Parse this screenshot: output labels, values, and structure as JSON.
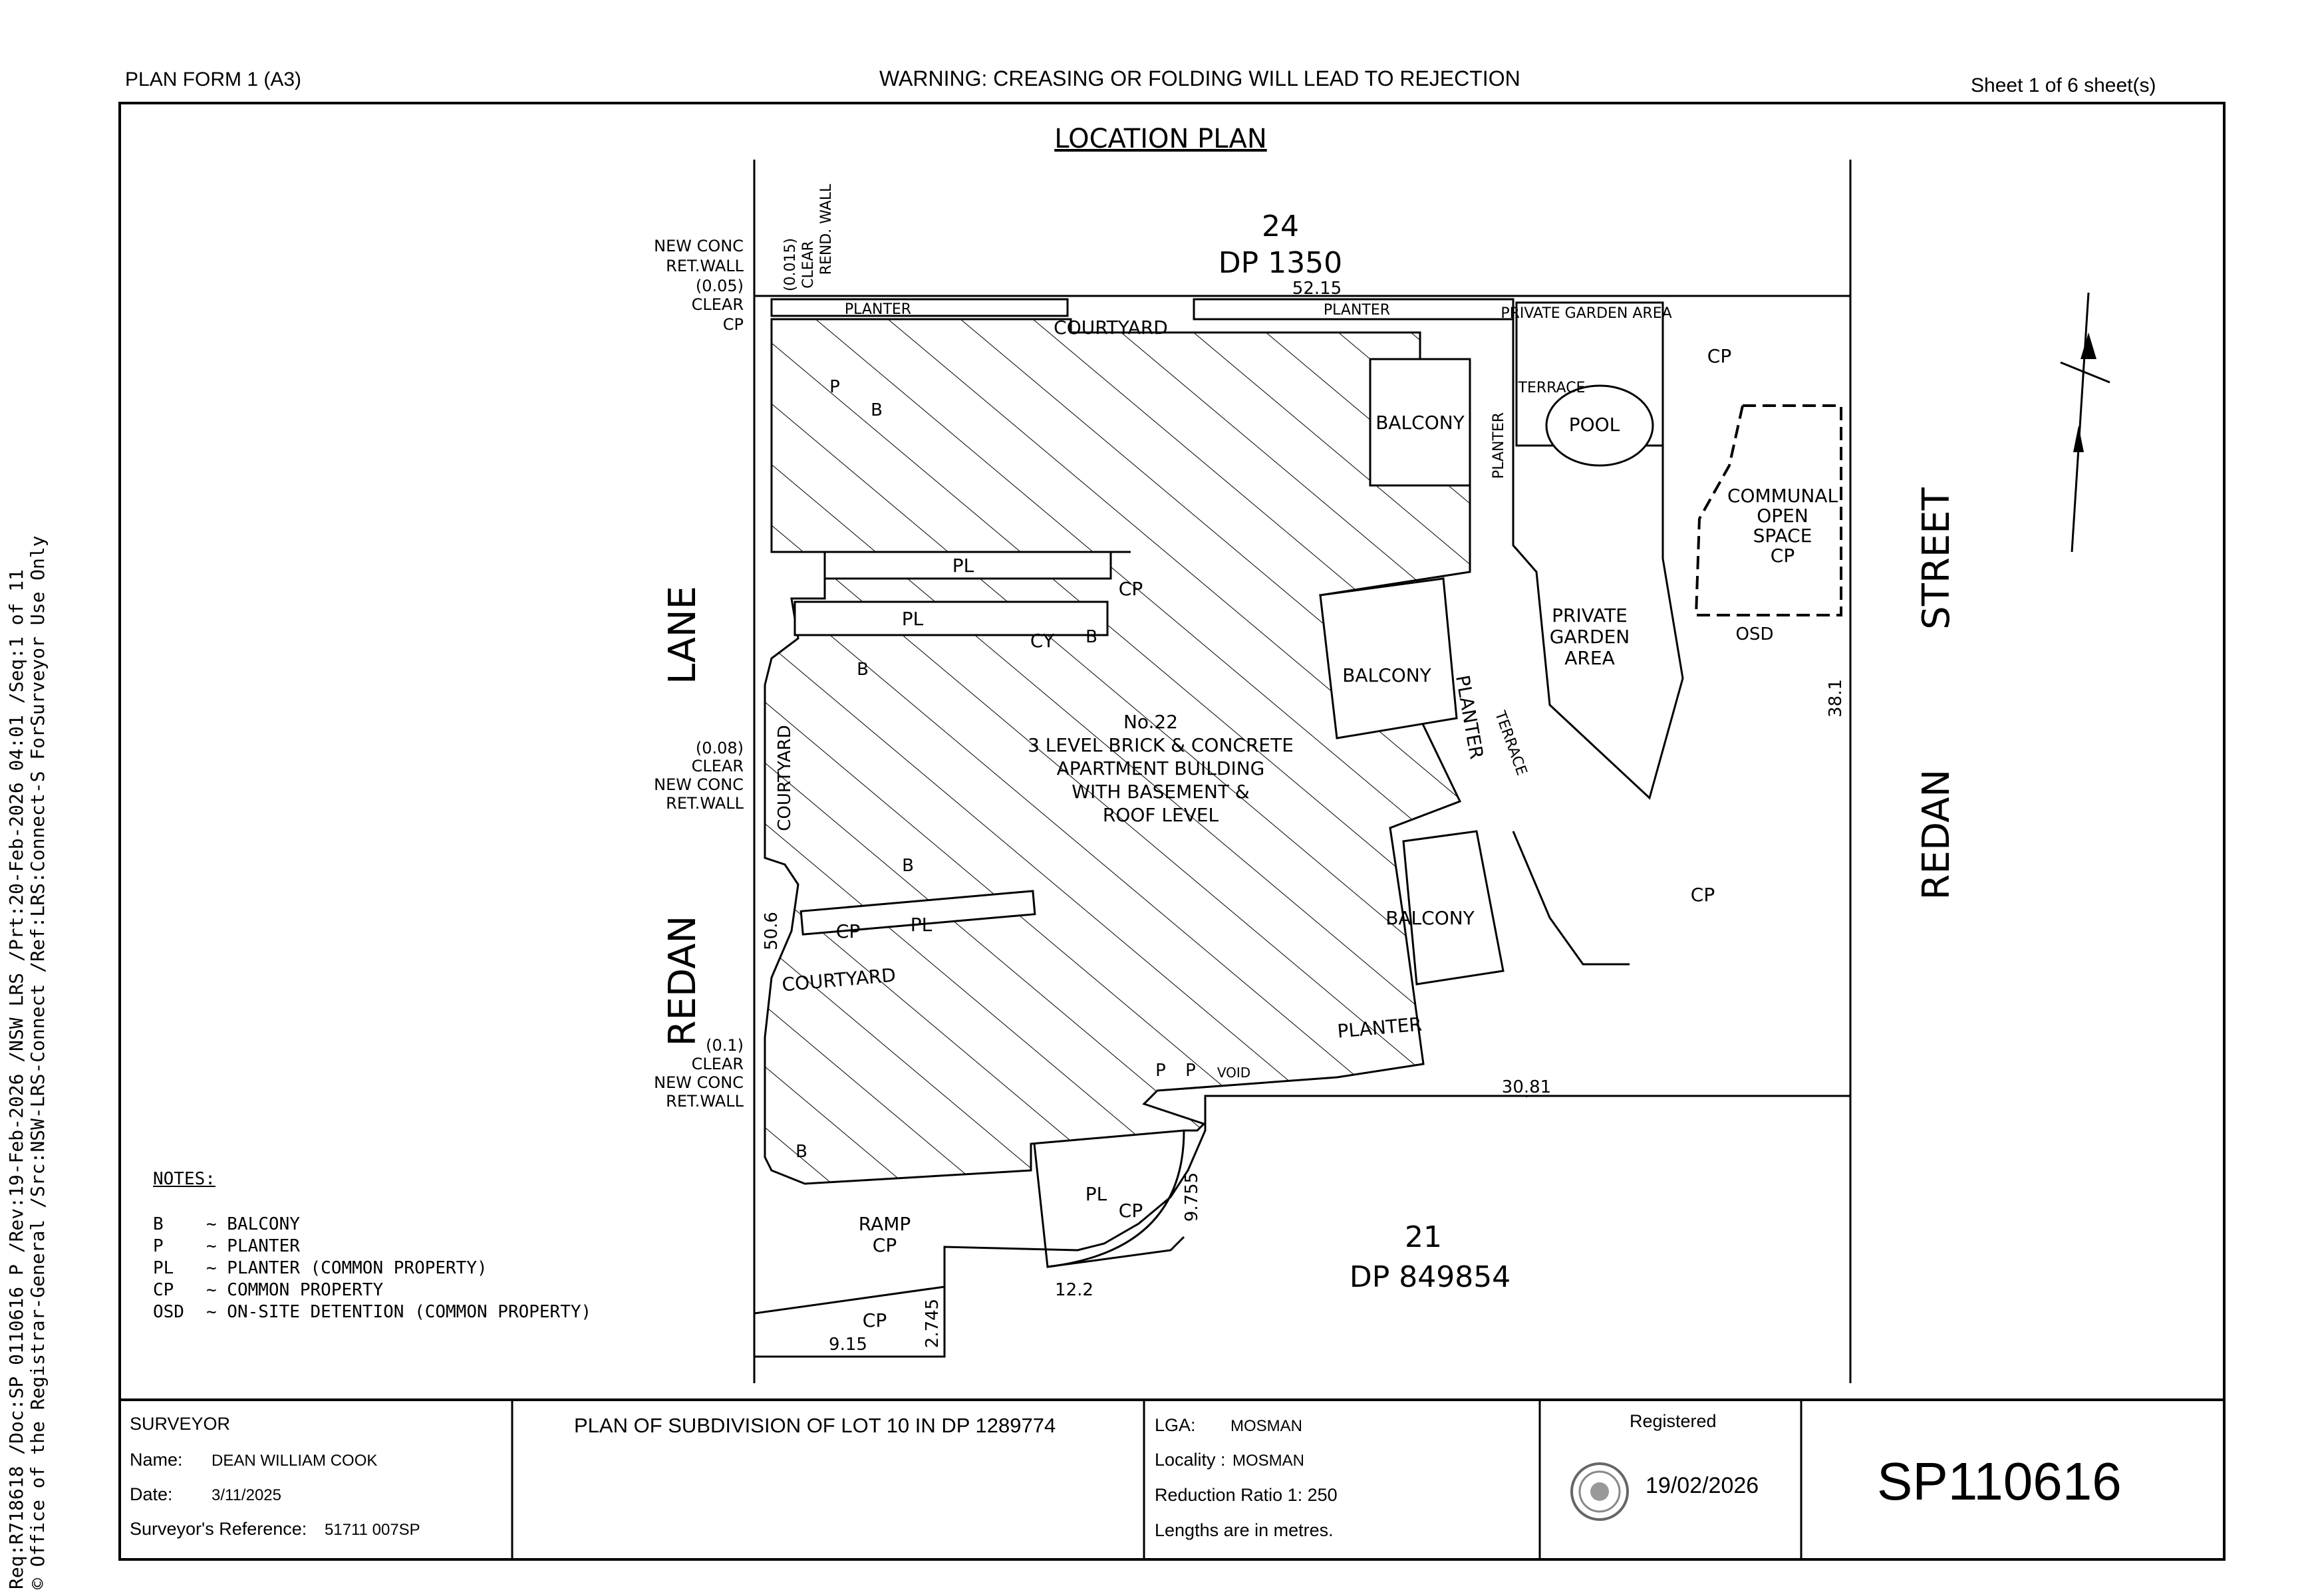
{
  "margin_text": {
    "line1": "Req:R718618 /Doc:SP 0110616 P /Rev:19-Feb-2026 /NSW LRS /Prt:20-Feb-2026 04:01 /Seq:1 of 11",
    "line2": "© Office of the Registrar-General /Src:NSW-LRS-Connect /Ref:LRS:Connect-S  ForSurveyor Use Only"
  },
  "header": {
    "plan_form": "PLAN FORM 1 (A3)",
    "warning": "WARNING: CREASING OR FOLDING WILL LEAD TO REJECTION",
    "sheet": "Sheet   1    of    6    sheet(s)"
  },
  "plan": {
    "title": "LOCATION PLAN",
    "lot_north": "24",
    "dp_north": "DP 1350",
    "lot_south": "21",
    "dp_south": "DP 849854",
    "street_west_1": "LANE",
    "street_west_2": "REDAN",
    "street_east_1": "STREET",
    "street_east_2": "REDAN",
    "building": [
      "No.22",
      "3 LEVEL BRICK & CONCRETE",
      "APARTMENT BUILDING",
      "WITH BASEMENT &",
      "ROOF LEVEL"
    ],
    "dims": {
      "top": "52.15",
      "west": "50.6",
      "east": "38.1",
      "south": "30.81",
      "arc": "9.755",
      "d1": "12.2",
      "d2": "9.15",
      "d3": "2.745"
    },
    "wall_notes": {
      "nw": [
        "NEW CONC",
        "RET.WALL",
        "(0.05)",
        "CLEAR",
        "CP"
      ],
      "nw_vert": [
        "(0.015)",
        "CLEAR",
        "REND. WALL"
      ],
      "mid": [
        "(0.08)",
        "CLEAR",
        "NEW CONC",
        "RET.WALL"
      ],
      "sw": [
        "(0.1)",
        "CLEAR",
        "NEW CONC",
        "RET.WALL"
      ]
    },
    "labels": {
      "planter": "PLANTER",
      "courtyard": "COURTYARD",
      "balcony": "BALCONY",
      "pool": "POOL",
      "terrace": "TERRACE",
      "private_garden_area": "PRIVATE GARDEN AREA",
      "private_garden": [
        "PRIVATE",
        "GARDEN",
        "AREA"
      ],
      "communal": [
        "COMMUNAL",
        "OPEN",
        "SPACE",
        "CP"
      ],
      "osd": "OSD",
      "cp": "CP",
      "pl": "PL",
      "cy": "CY",
      "b": "B",
      "p": "P",
      "void": "VOID",
      "ramp": [
        "RAMP",
        "CP"
      ]
    }
  },
  "notes": {
    "heading": "NOTES:",
    "items": [
      {
        "code": "B",
        "desc": "~ BALCONY"
      },
      {
        "code": "P",
        "desc": "~ PLANTER"
      },
      {
        "code": "PL",
        "desc": "~ PLANTER (COMMON PROPERTY)"
      },
      {
        "code": "CP",
        "desc": "~ COMMON PROPERTY"
      },
      {
        "code": "OSD",
        "desc": "~ ON-SITE DETENTION (COMMON PROPERTY)"
      }
    ]
  },
  "title_block": {
    "surveyor_heading": "SURVEYOR",
    "name_label": "Name:",
    "name_value": "DEAN WILLIAM COOK",
    "date_label": "Date:",
    "date_value": "3/11/2025",
    "ref_label": "Surveyor's Reference:",
    "ref_value": "51711 007SP",
    "plan_title": "PLAN OF SUBDIVISION OF LOT 10 IN DP 1289774",
    "lga_label": "LGA:",
    "lga_value": "MOSMAN",
    "locality_label": "Locality :",
    "locality_value": "MOSMAN",
    "reduction": "Reduction Ratio 1:  250",
    "lengths": "Lengths are in metres.",
    "registered_label": "Registered",
    "registered_date": "19/02/2026",
    "plan_number": "SP110616"
  }
}
